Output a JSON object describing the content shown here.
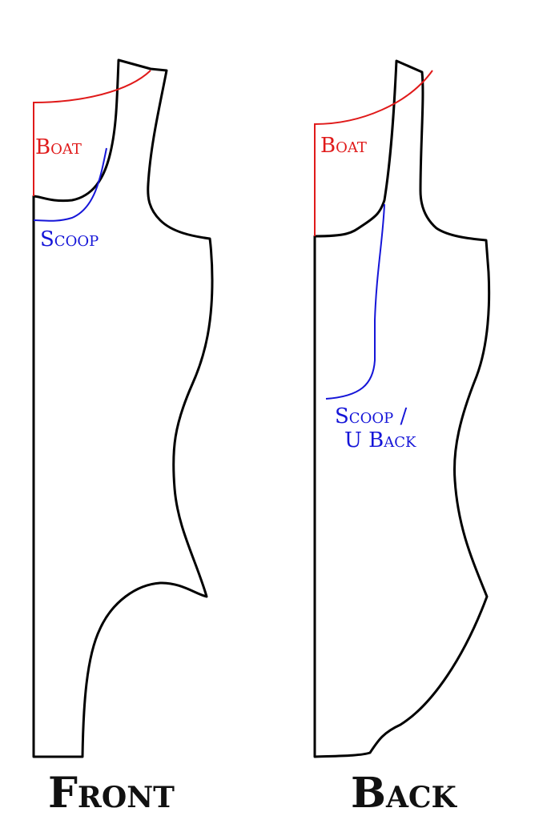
{
  "colors": {
    "outline": "#000000",
    "boat": "#e01a1a",
    "scoop": "#1515d8"
  },
  "front": {
    "title": "Front",
    "boat_label": "Boat",
    "scoop_label": "Scoop"
  },
  "back": {
    "title": "Back",
    "boat_label": "Boat",
    "scoop_label_line1": "Scoop /",
    "scoop_label_line2": "U Back"
  }
}
